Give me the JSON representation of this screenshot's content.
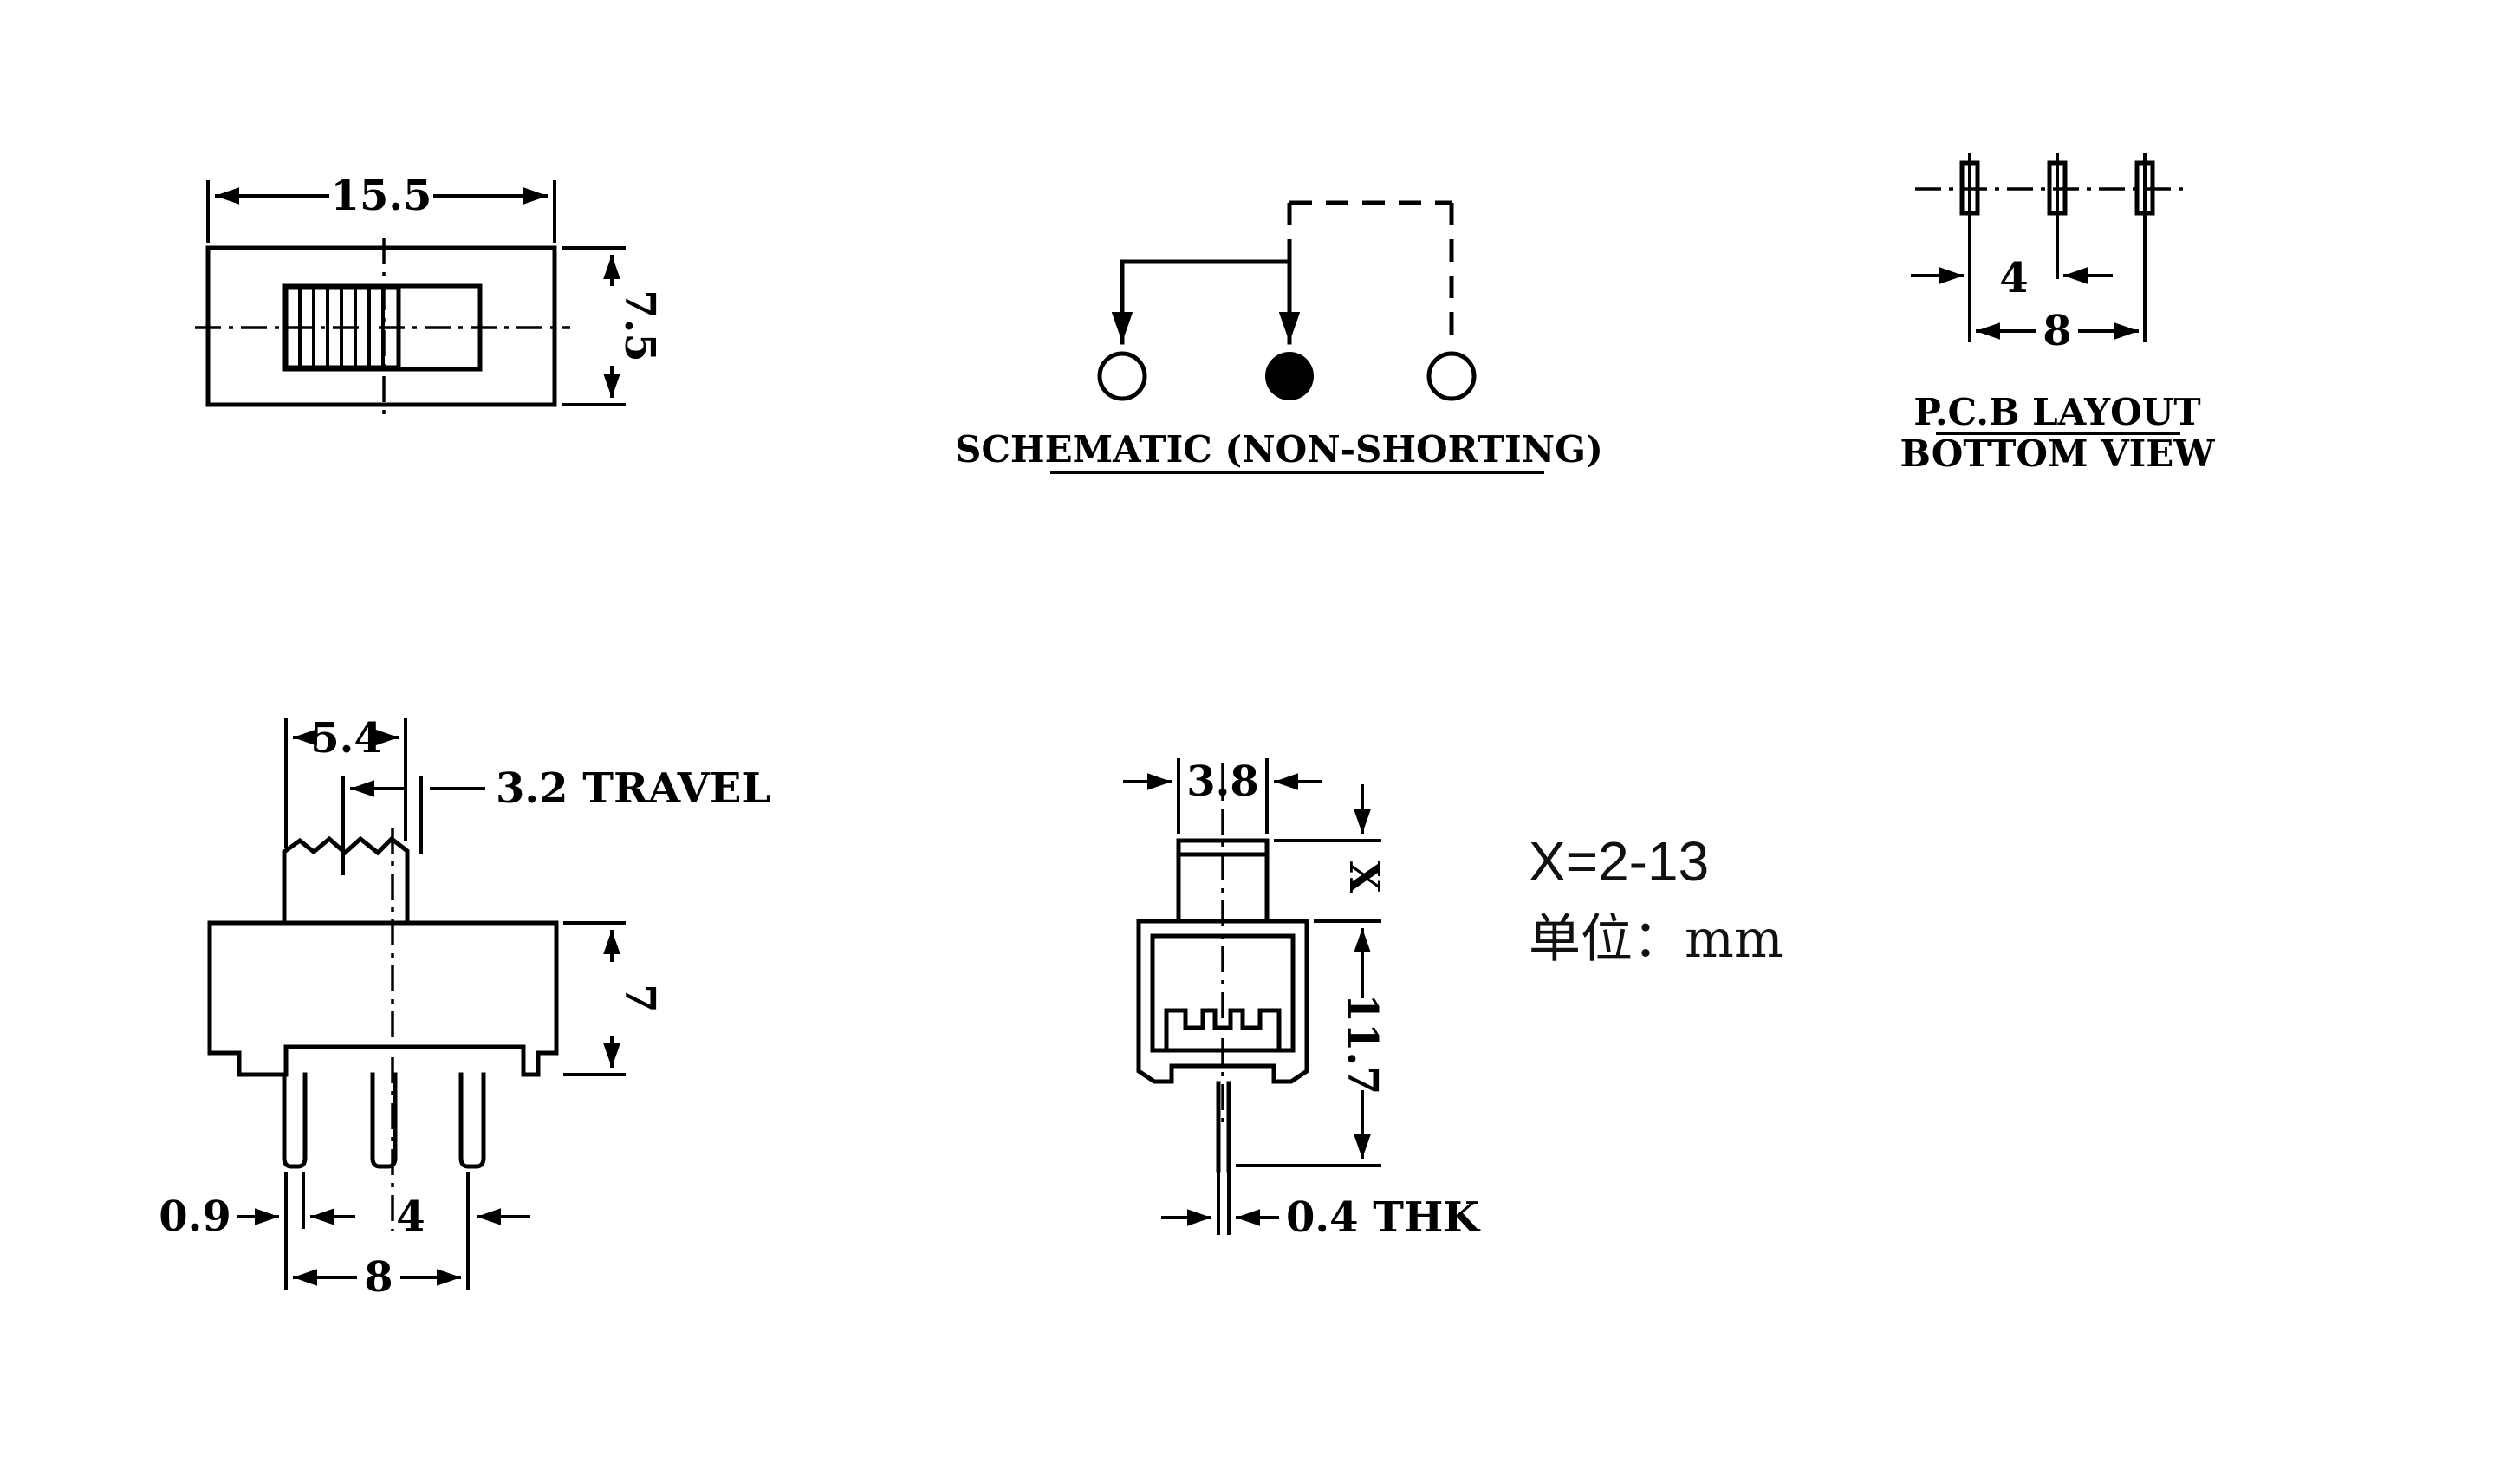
{
  "top_view": {
    "width_dim": "15.5",
    "height_dim": "7.5"
  },
  "schematic": {
    "caption": "SCHEMATIC (NON-SHORTING)"
  },
  "pcb_layout": {
    "pitch_dim": "4",
    "span_dim": "8",
    "caption_line1": "P.C.B LAYOUT",
    "caption_line2": "BOTTOM VIEW"
  },
  "front_view": {
    "actuator_dim": "5.4",
    "travel_label": "3.2 TRAVEL",
    "body_height_dim": "7",
    "pin_width_dim": "0.9",
    "pin_pitch_dim": "4",
    "pin_span_dim": "8"
  },
  "side_view": {
    "actuator_dim": "3.8",
    "actuator_height_dim": "X",
    "height_dim": "11.7",
    "thickness_label": "0.4 THK"
  },
  "notes": {
    "x_range": "X=2-13",
    "units": "单位：mm"
  }
}
